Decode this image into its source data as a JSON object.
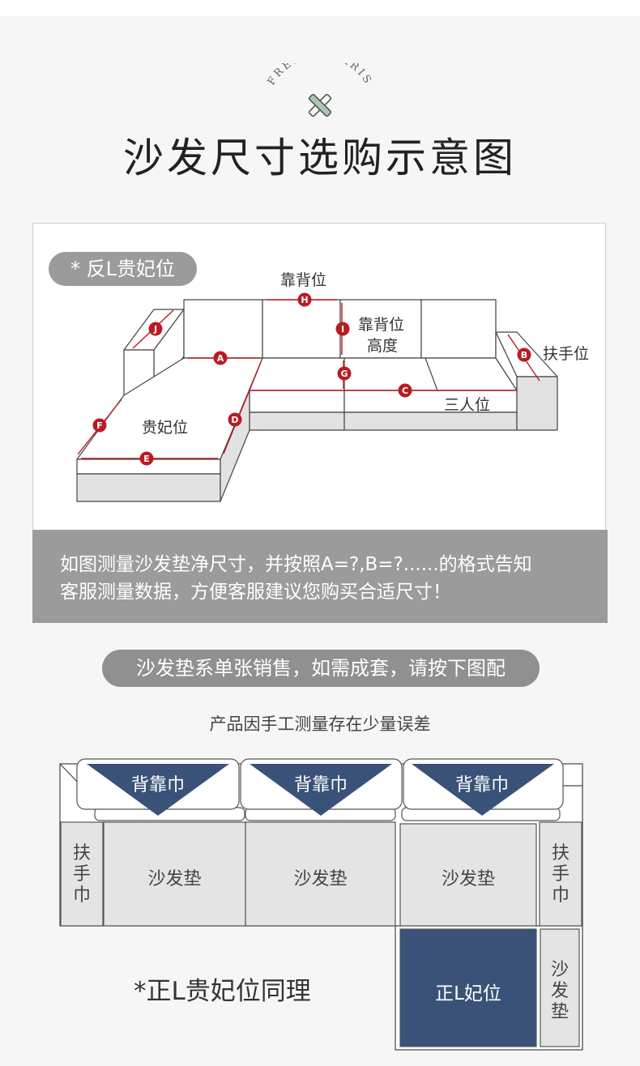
{
  "brand": {
    "arc_text": "FRENCH PARIS"
  },
  "title": "沙发尺寸选购示意图",
  "diagram": {
    "type_label": "* 反L贵妃位",
    "labels": {
      "backrest": "靠背位",
      "backrest_height_1": "靠背位",
      "backrest_height_2": "高度",
      "armrest": "扶手位",
      "chaise": "贵妃位",
      "three_seater": "三人位"
    },
    "markers": [
      "A",
      "B",
      "C",
      "D",
      "E",
      "F",
      "G",
      "H",
      "I",
      "J"
    ],
    "accent": "#b81c22"
  },
  "notice": {
    "line1": "如图测量沙发垫净尺寸，并按照A=?,B=?......的格式告知",
    "line2": "客服测量数据，方便客服建议您购买合适尺寸！"
  },
  "sale_note": "沙发垫系单张销售，如需成套，请按下图配",
  "error_note": "产品因手工测量存在少量误差",
  "layout": {
    "back_towel": "背靠巾",
    "armrest_towel": [
      "扶",
      "手",
      "巾"
    ],
    "cushion": "沙发垫",
    "cushion_vertical": [
      "沙",
      "发",
      "垫"
    ],
    "chaise": "正L妃位",
    "navy": "#3a5278"
  },
  "same_note": "*正L贵妃位同理"
}
